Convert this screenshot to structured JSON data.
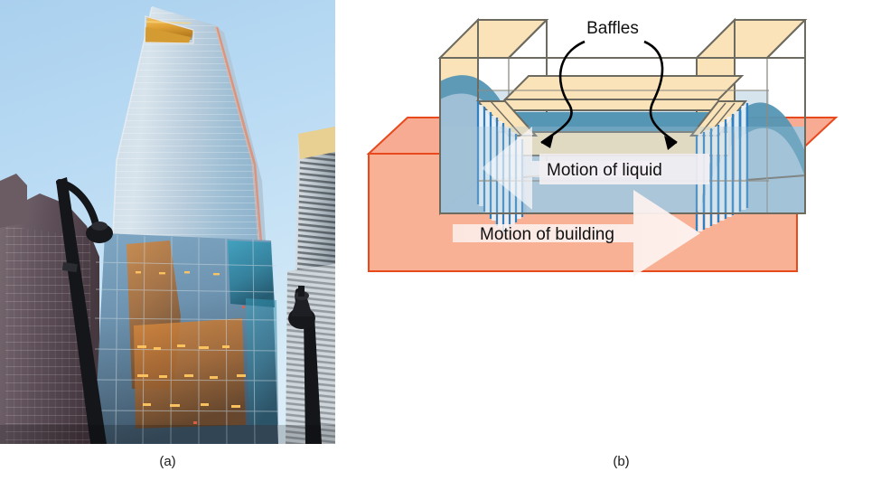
{
  "figure": {
    "panels": [
      {
        "id": "a",
        "caption": "(a)",
        "type": "photograph",
        "subject": "Glass skyscraper photographed from street level with neighbouring buildings and a streetlamp"
      },
      {
        "id": "b",
        "caption": "(b)",
        "type": "diagram",
        "subject": "Tuned liquid damper with baffles on top of a moving building"
      }
    ]
  },
  "diagram": {
    "labels": {
      "baffles": "Baffles",
      "motion_of_liquid": "Motion of liquid",
      "motion_of_building": "Motion of building"
    },
    "colors": {
      "base_fill": "#f8b195",
      "base_stroke": "#e8491d",
      "tank_glass": "#a9c6dc",
      "liquid_dark": "#5596b4",
      "liquid_light": "#a9c6dc",
      "baffle_fill": "#fae3b8",
      "baffle_stroke": "#6d6a60",
      "baffle_line": "#2f7fc1",
      "arrow_fill": "#f4f0f3",
      "label_text": "#111111"
    }
  }
}
